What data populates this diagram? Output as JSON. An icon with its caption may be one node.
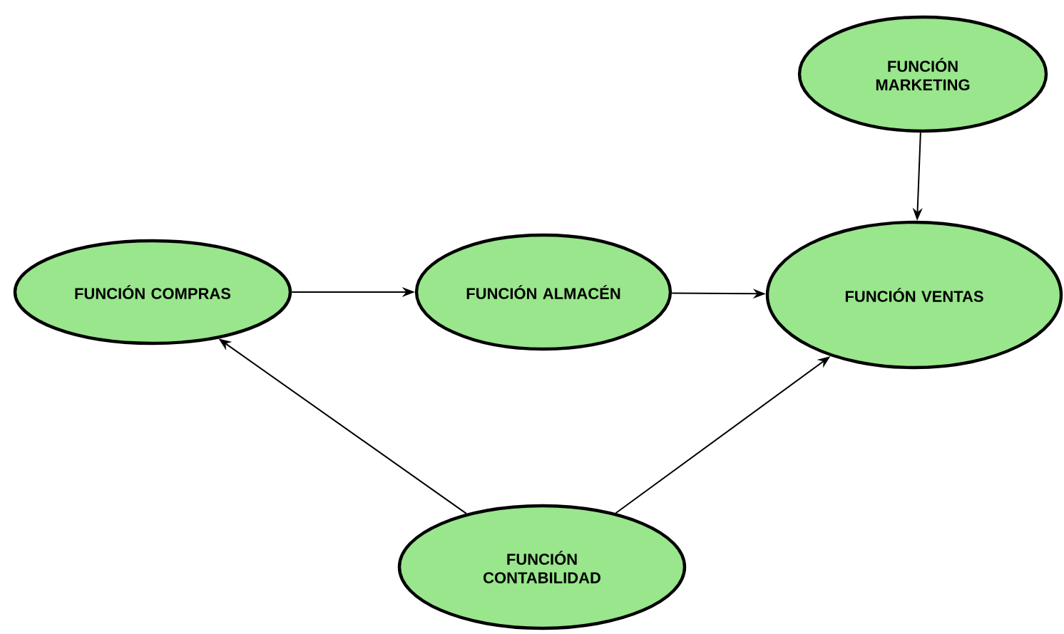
{
  "diagram": {
    "nodes": [
      {
        "text": [
          "FUNCIÓN COMPRAS"
        ]
      },
      {
        "text": [
          "FUNCIÓN ALMACÉN"
        ]
      },
      {
        "text": [
          "FUNCIÓN MARKETING"
        ]
      },
      {
        "text": [
          "FUNCIÓN VENTAS"
        ]
      },
      {
        "text": [
          "FUNCIÓN CONTABILIDAD"
        ]
      }
    ],
    "edges": [
      {
        "from": 0,
        "to": 1,
        "arrow": "to"
      },
      {
        "from": 1,
        "to": 3,
        "arrow": "to"
      },
      {
        "from": 2,
        "to": 3,
        "arrow": "to"
      },
      {
        "from": 4,
        "to": 0,
        "arrow": "to"
      },
      {
        "from": 4,
        "to": 3,
        "arrow": "to"
      }
    ]
  }
}
